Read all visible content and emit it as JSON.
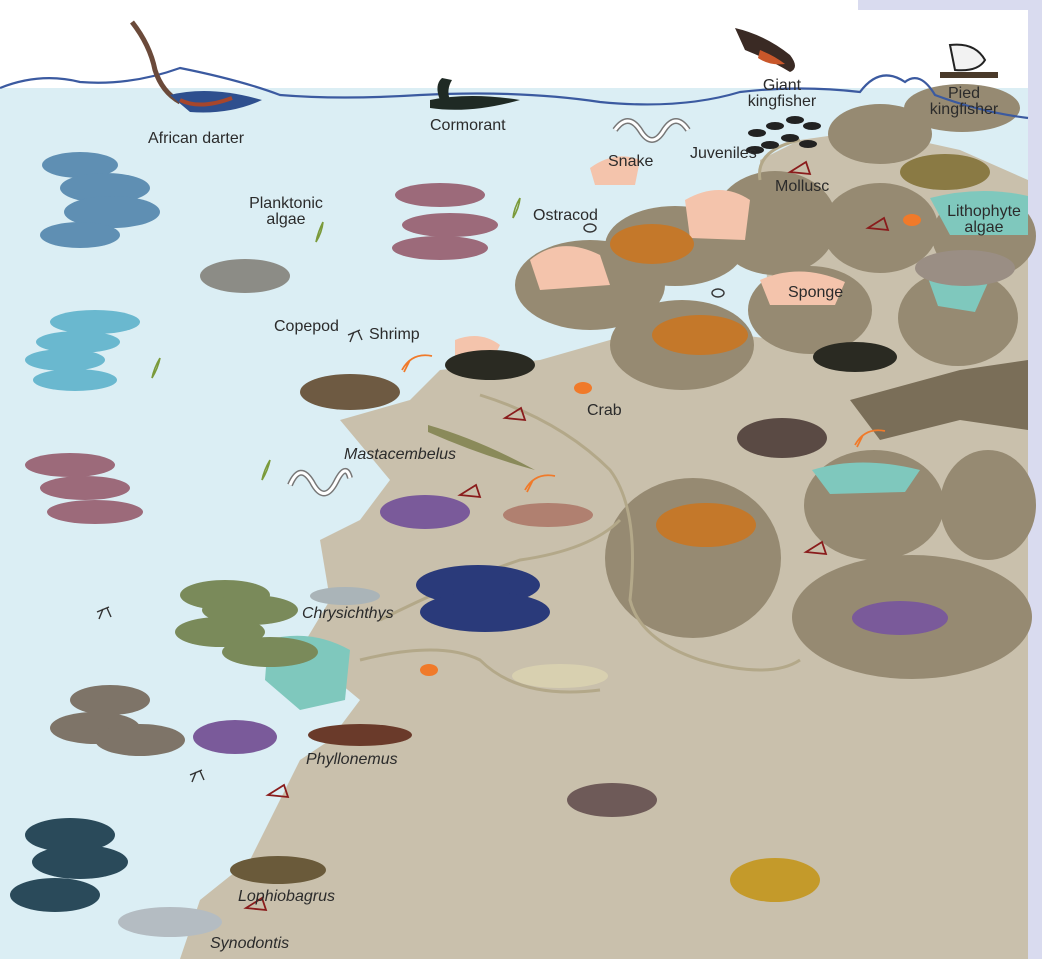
{
  "labels": {
    "african_darter": "African darter",
    "cormorant": "Cormorant",
    "giant_kingfisher": [
      "Giant",
      "kingfisher"
    ],
    "pied_kingfisher": [
      "Pied",
      "kingfisher"
    ],
    "snake": "Snake",
    "juveniles": "Juveniles",
    "mollusc": "Mollusc",
    "lithophyte_algae": [
      "Lithophyte",
      "algae"
    ],
    "planktonic_algae": [
      "Planktonic",
      "algae"
    ],
    "ostracod": "Ostracod",
    "sponge": "Sponge",
    "copepod": "Copepod",
    "shrimp": "Shrimp",
    "crab": "Crab",
    "mastacembelus": "Mastacembelus",
    "chrysichthys": "Chrysichthys",
    "phyllonemus": "Phyllonemus",
    "lophiobagrus": "Lophiobagrus",
    "synodontis": "Synodontis"
  },
  "colors": {
    "water": "#dbeef4",
    "surface_line": "#3b5aa0",
    "substrate": "#c9c0ac",
    "rock": "#968a72",
    "sponge": "#f4c4ac",
    "lithophyte_algae": "#7fc8bd",
    "side_panel": "#d9dbef",
    "crab": "#f07a2a",
    "mollusc": "#8a1c1c",
    "shrimp": "#f07a2a",
    "algae": "#7a9a3a"
  }
}
